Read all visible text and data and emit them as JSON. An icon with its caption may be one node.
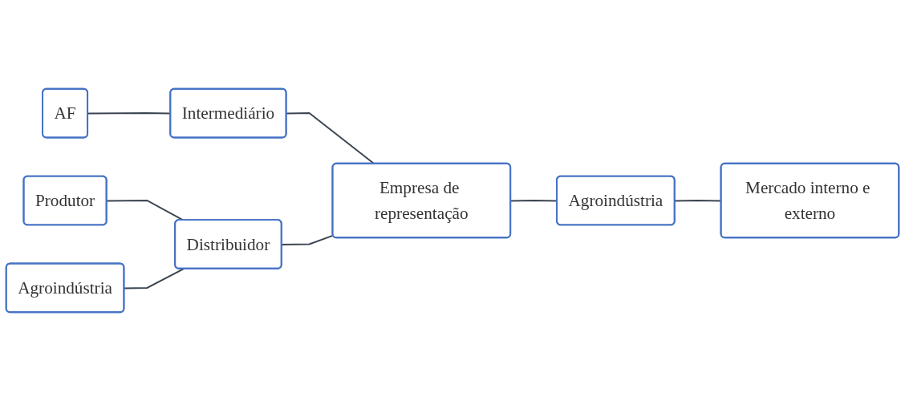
{
  "diagram": {
    "nodes": [
      {
        "text": [
          "AF"
        ]
      },
      {
        "text": [
          "Intermediário"
        ]
      },
      {
        "text": [
          "Produtor"
        ]
      },
      {
        "text": [
          "Agroindústria"
        ]
      },
      {
        "text": [
          "Distribuidor"
        ]
      },
      {
        "text": [
          "Empresa de representação"
        ]
      },
      {
        "text": [
          "Agroindústria"
        ]
      },
      {
        "text": [
          "Mercado interno e externo"
        ]
      }
    ],
    "edges": [
      {
        "from": 0,
        "to": 1,
        "arrow": "none"
      },
      {
        "from": 1,
        "to": 5,
        "arrow": "none"
      },
      {
        "from": 2,
        "to": 4,
        "arrow": "none"
      },
      {
        "from": 3,
        "to": 4,
        "arrow": "none"
      },
      {
        "from": 4,
        "to": 5,
        "arrow": "none"
      },
      {
        "from": 5,
        "to": 6,
        "arrow": "none"
      },
      {
        "from": 6,
        "to": 7,
        "arrow": "none"
      }
    ]
  }
}
